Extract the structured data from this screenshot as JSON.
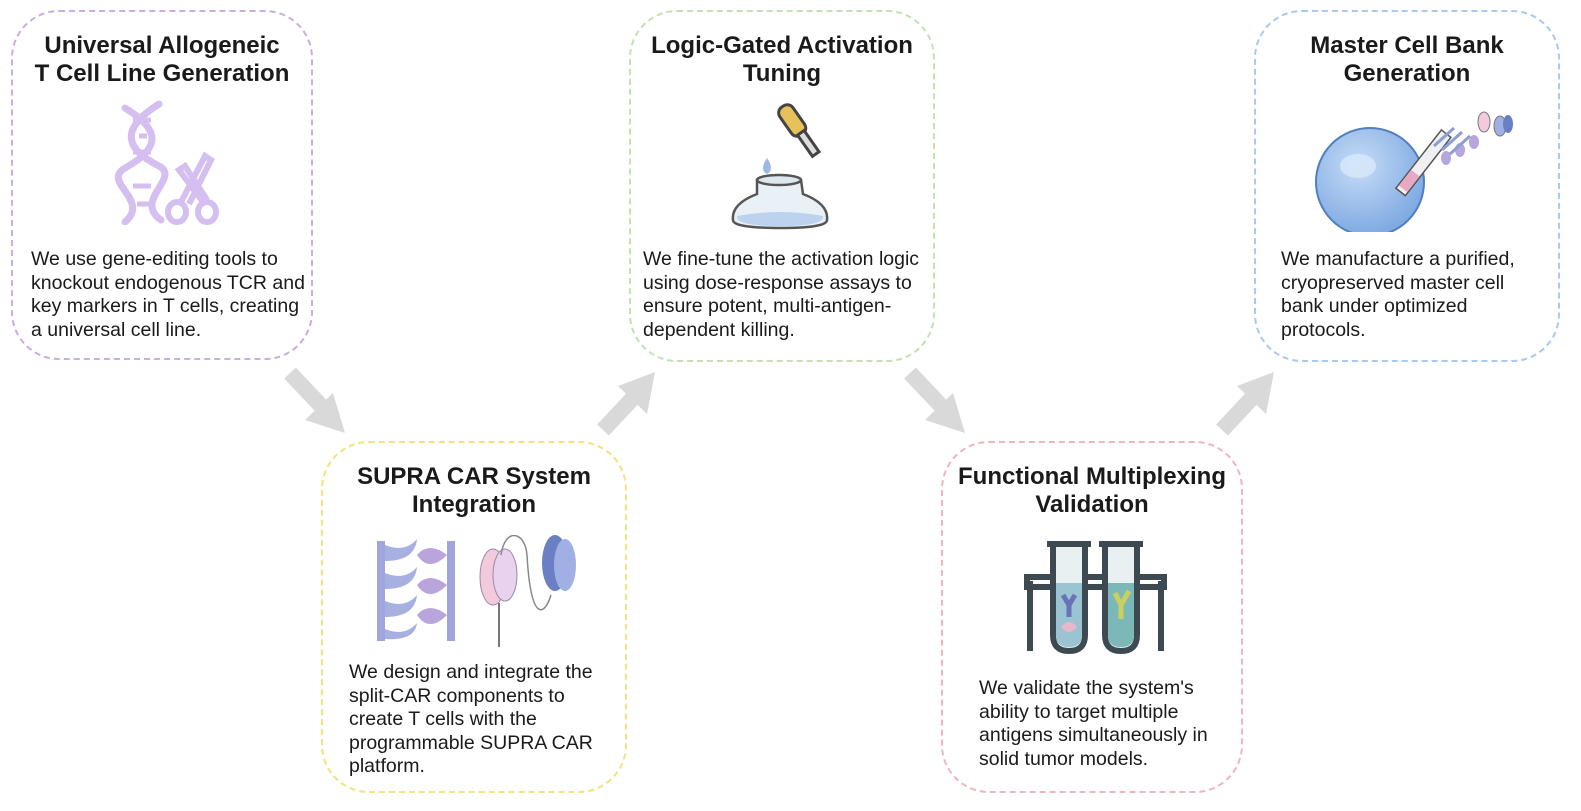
{
  "colors": {
    "purple": "#c9aee0",
    "yellow": "#f4e27c",
    "green": "#c6e0b4",
    "pink": "#f0b5bf",
    "blue": "#a9c9ef",
    "arrow": "#d9d9d9"
  },
  "steps": [
    {
      "title_line1": "Universal Allogeneic",
      "title_line2": "T Cell Line Generation",
      "description": "We use gene-editing tools to knockout endogenous TCR and key markers in T cells, creating a universal cell line.",
      "icon": "dna-scissors-icon"
    },
    {
      "title_line1": "SUPRA CAR System",
      "title_line2": "Integration",
      "description": "We design and integrate the split-CAR components to create T cells with the programmable SUPRA CAR platform.",
      "icon": "split-car-receptor-icon"
    },
    {
      "title_line1": "Logic-Gated Activation",
      "title_line2": "Tuning",
      "description": "We fine-tune the activation logic using dose-response assays to ensure potent, multi-antigen-dependent killing.",
      "icon": "dropper-dish-icon"
    },
    {
      "title_line1": "Functional Multiplexing",
      "title_line2": "Validation",
      "description": "We validate the system's ability to target multiple antigens simultaneously in solid tumor models.",
      "icon": "test-tubes-icon"
    },
    {
      "title_line1": "Master Cell Bank",
      "title_line2": "Generation",
      "description": "We manufacture a purified, cryopreserved master cell bank under optimized protocols.",
      "icon": "cell-transduction-icon"
    }
  ]
}
